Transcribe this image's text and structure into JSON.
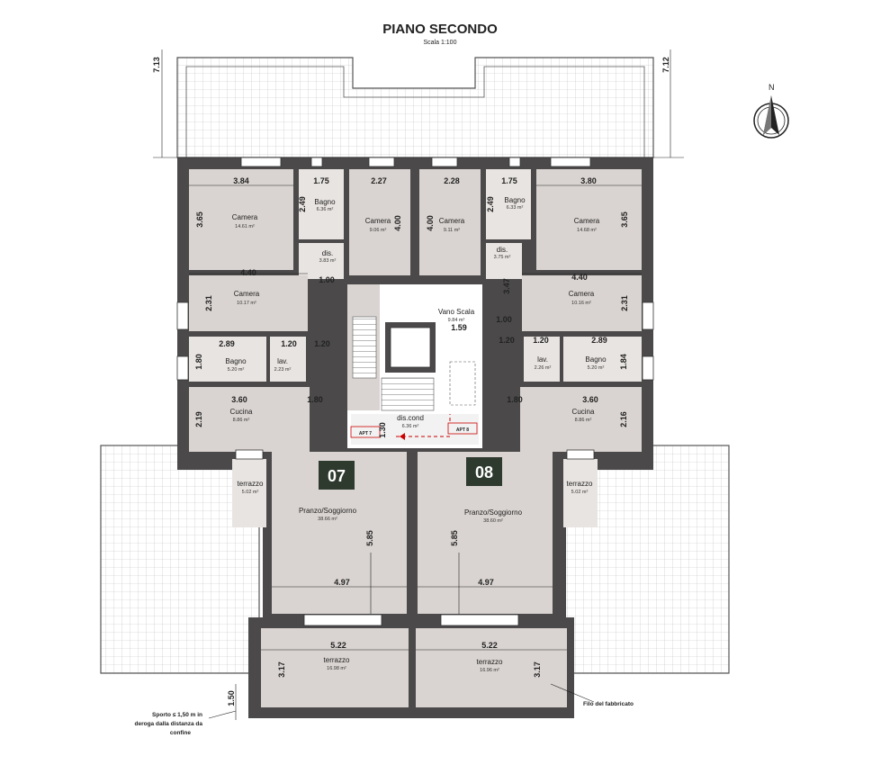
{
  "header": {
    "title": "PIANO SECONDO",
    "scale": "Scala 1:100"
  },
  "north": {
    "label": "N"
  },
  "apartments": [
    {
      "number": "07",
      "label": "APT 7"
    },
    {
      "number": "08",
      "label": "APT 8"
    }
  ],
  "rooms": {
    "camera_tl": {
      "name": "Camera",
      "area": "14.61 m²"
    },
    "bagno_tl": {
      "name": "Bagno",
      "area": "6.36 m²"
    },
    "camera_tc1": {
      "name": "Camera",
      "area": "9.06 m²"
    },
    "camera_tc2": {
      "name": "Camera",
      "area": "9.11 m²"
    },
    "bagno_tr": {
      "name": "Bagno",
      "area": "6.33 m²"
    },
    "camera_tr": {
      "name": "Camera",
      "area": "14.68 m²"
    },
    "dis_l": {
      "name": "dis.",
      "area": "3.83 m²"
    },
    "dis_r": {
      "name": "dis.",
      "area": "3.75 m²"
    },
    "camera_ml": {
      "name": "Camera",
      "area": "10.17 m²"
    },
    "camera_mr": {
      "name": "Camera",
      "area": "10.16 m²"
    },
    "vano_scala": {
      "name": "Vano Scala",
      "area": "9.84 m²"
    },
    "bagno_ml": {
      "name": "Bagno",
      "area": "5.20 m²"
    },
    "lav_l": {
      "name": "lav.",
      "area": "2.23 m²"
    },
    "lav_r": {
      "name": "lav.",
      "area": "2.26 m²"
    },
    "bagno_mr": {
      "name": "Bagno",
      "area": "5.20 m²"
    },
    "cucina_l": {
      "name": "Cucina",
      "area": "8.86 m²"
    },
    "cucina_r": {
      "name": "Cucina",
      "area": "8.86 m²"
    },
    "dis_cond": {
      "name": "dis.cond",
      "area": "6.36 m²"
    },
    "terrazzo_l": {
      "name": "terrazzo",
      "area": "5.02 m²"
    },
    "terrazzo_r": {
      "name": "terrazzo",
      "area": "5.02 m²"
    },
    "pranzo_l": {
      "name": "Pranzo/Soggiorno",
      "area": "38.66 m²"
    },
    "pranzo_r": {
      "name": "Pranzo/Soggiorno",
      "area": "38.60 m²"
    },
    "terrazzo_bl": {
      "name": "terrazzo",
      "area": "16.98 m²"
    },
    "terrazzo_br": {
      "name": "terrazzo",
      "area": "16.96 m²"
    }
  },
  "dimensions": {
    "d713": "7.13",
    "d712": "7.12",
    "d384": "3.84",
    "d175a": "1.75",
    "d227": "2.27",
    "d228": "2.28",
    "d175b": "1.75",
    "d380": "3.80",
    "d365a": "3.65",
    "d249a": "2.49",
    "d400a": "4.00",
    "d400b": "4.00",
    "d249b": "2.49",
    "d365b": "3.65",
    "d440a": "4.40",
    "d440b": "4.40",
    "d100a": "1.00",
    "d100b": "1.00",
    "d347": "3.47",
    "d231a": "2.31",
    "d231b": "2.31",
    "d159": "1.59",
    "d289a": "2.89",
    "d120a": "1.20",
    "d120b": "1.20",
    "d120c": "1.20",
    "d120d": "1.20",
    "d289b": "2.89",
    "d180": "1.80",
    "d184": "1.84",
    "d360a": "3.60",
    "d180a": "1.80",
    "d180b": "1.80",
    "d360b": "3.60",
    "d219": "2.19",
    "d216": "2.16",
    "d130": "1.30",
    "d585a": "5.85",
    "d585b": "5.85",
    "d497a": "4.97",
    "d497b": "4.97",
    "d522a": "5.22",
    "d522b": "5.22",
    "d317a": "3.17",
    "d317b": "3.17",
    "d150": "1.50"
  },
  "notes": {
    "sporto_1": "Sporto ≤ 1,50 m  in",
    "sporto_2": "deroga dalla distanza da",
    "sporto_3": "confine",
    "filo": "Filo del fabbricato"
  }
}
